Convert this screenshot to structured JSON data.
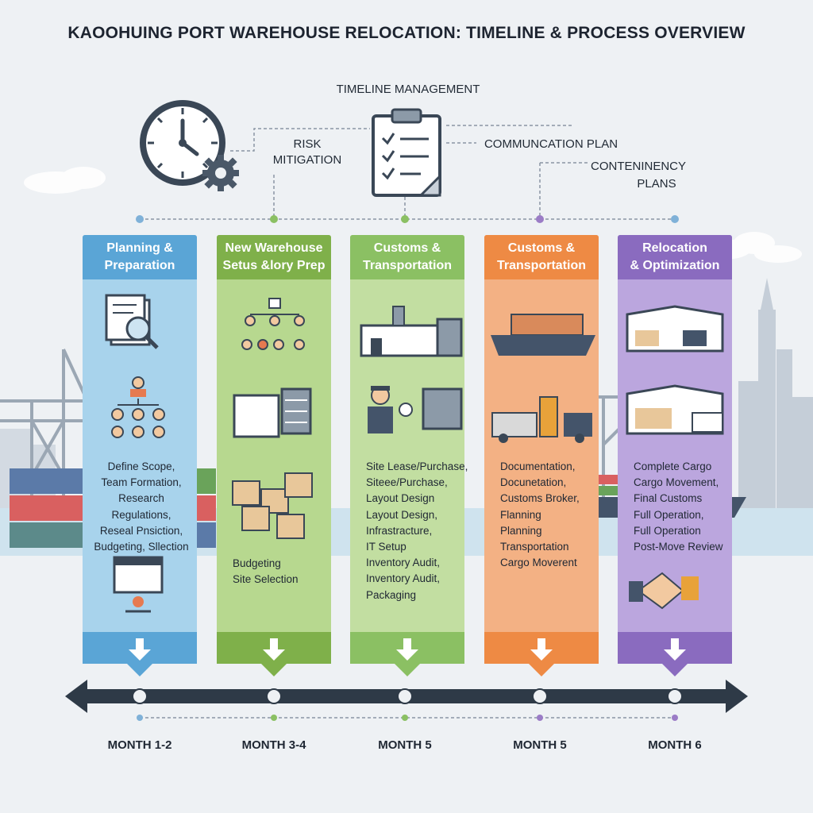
{
  "title": "KAOOHUING PORT WAREHOUSE RELOCATION: TIMELINE & PROCESS OVERVIEW",
  "support_labels": {
    "timeline_management": "TIMELINE MANAGEMENT",
    "risk_mitigation_line1": "RISK",
    "risk_mitigation_line2": "MITIGATION",
    "communication_plan": "COMMUNCATION PLAN",
    "contingency_line1": "CONTENINENCY",
    "contingency_line2": "PLANS"
  },
  "phases": [
    {
      "title_line1": "Planning &",
      "title_line2": "Preparation",
      "tasks": [
        "Define Scope,",
        "Team Formation,",
        "Research Regulations,",
        "Reseal Pnsiction,",
        "Budgeting, Sllection"
      ],
      "color_head": "#5aa5d6",
      "color_body": "#a8d3ec",
      "month": "MONTH 1-2"
    },
    {
      "title_line1": "New Warehouse",
      "title_line2": "Setus &lory Prep",
      "tasks": [
        "Budgeting",
        "Site Selection"
      ],
      "color_head": "#7fb04a",
      "color_body": "#b7d88f",
      "month": "MONTH 3-4"
    },
    {
      "title_line1": "Customs &",
      "title_line2": "Transportation",
      "tasks": [
        "Site Lease/Purchase,",
        "Siteee/Purchase,",
        "Layout Design",
        "Layout Design,",
        "Infrastracture,",
        "IT Setup",
        "Inventory Audit,",
        "Inventory Audit,",
        "Packaging"
      ],
      "color_head": "#8bc063",
      "color_body": "#c2dea1",
      "month": "MONTH 5"
    },
    {
      "title_line1": "Customs &",
      "title_line2": "Transportation",
      "tasks": [
        "Documentation,",
        "Docunetation,",
        "Customs Broker,",
        "Flanning",
        "Planning",
        "Transportation",
        "Cargo Moverent"
      ],
      "color_head": "#ee8a44",
      "color_body": "#f3b184",
      "month": "MONTH 5"
    },
    {
      "title_line1": "Relocation",
      "title_line2": "& Optimization",
      "tasks": [
        "Complete Cargo",
        "Cargo Movement,",
        "Final Customs",
        "Full Operation,",
        "Full Operation",
        "Post-Move Review"
      ],
      "color_head": "#8a6bbf",
      "color_body": "#bba6de",
      "month": "MONTH 6"
    }
  ],
  "colors": {
    "background": "#eef1f4",
    "timeline_arrow": "#2e3a47",
    "icon_dark": "#3a4756",
    "water": "#cfe3ee"
  }
}
